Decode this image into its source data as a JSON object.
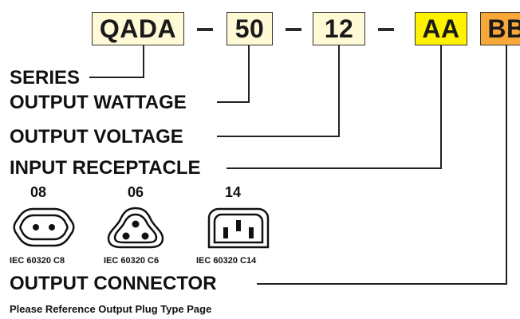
{
  "code_boxes": [
    {
      "text": "QADA",
      "color": "#fff9d6"
    },
    {
      "text": "50",
      "color": "#fff9d6"
    },
    {
      "text": "12",
      "color": "#fff9d6"
    },
    {
      "text": "AA",
      "color": "#fff200"
    },
    {
      "text": "BB",
      "color": "#f7a838"
    }
  ],
  "labels": {
    "series": "SERIES",
    "output_wattage": "OUTPUT WATTAGE",
    "output_voltage": "OUTPUT VOLTAGE",
    "input_receptacle": "INPUT RECEPTACLE",
    "output_connector": "OUTPUT CONNECTOR"
  },
  "receptacles": [
    {
      "code": "08",
      "standard": "IEC 60320 C8",
      "icon": "iec-c8-receptacle-icon"
    },
    {
      "code": "06",
      "standard": "IEC 60320 C6",
      "icon": "iec-c6-receptacle-icon"
    },
    {
      "code": "14",
      "standard": "IEC 60320 C14",
      "icon": "iec-c14-receptacle-icon"
    }
  ],
  "note": "Please Reference Output Plug Type Page"
}
